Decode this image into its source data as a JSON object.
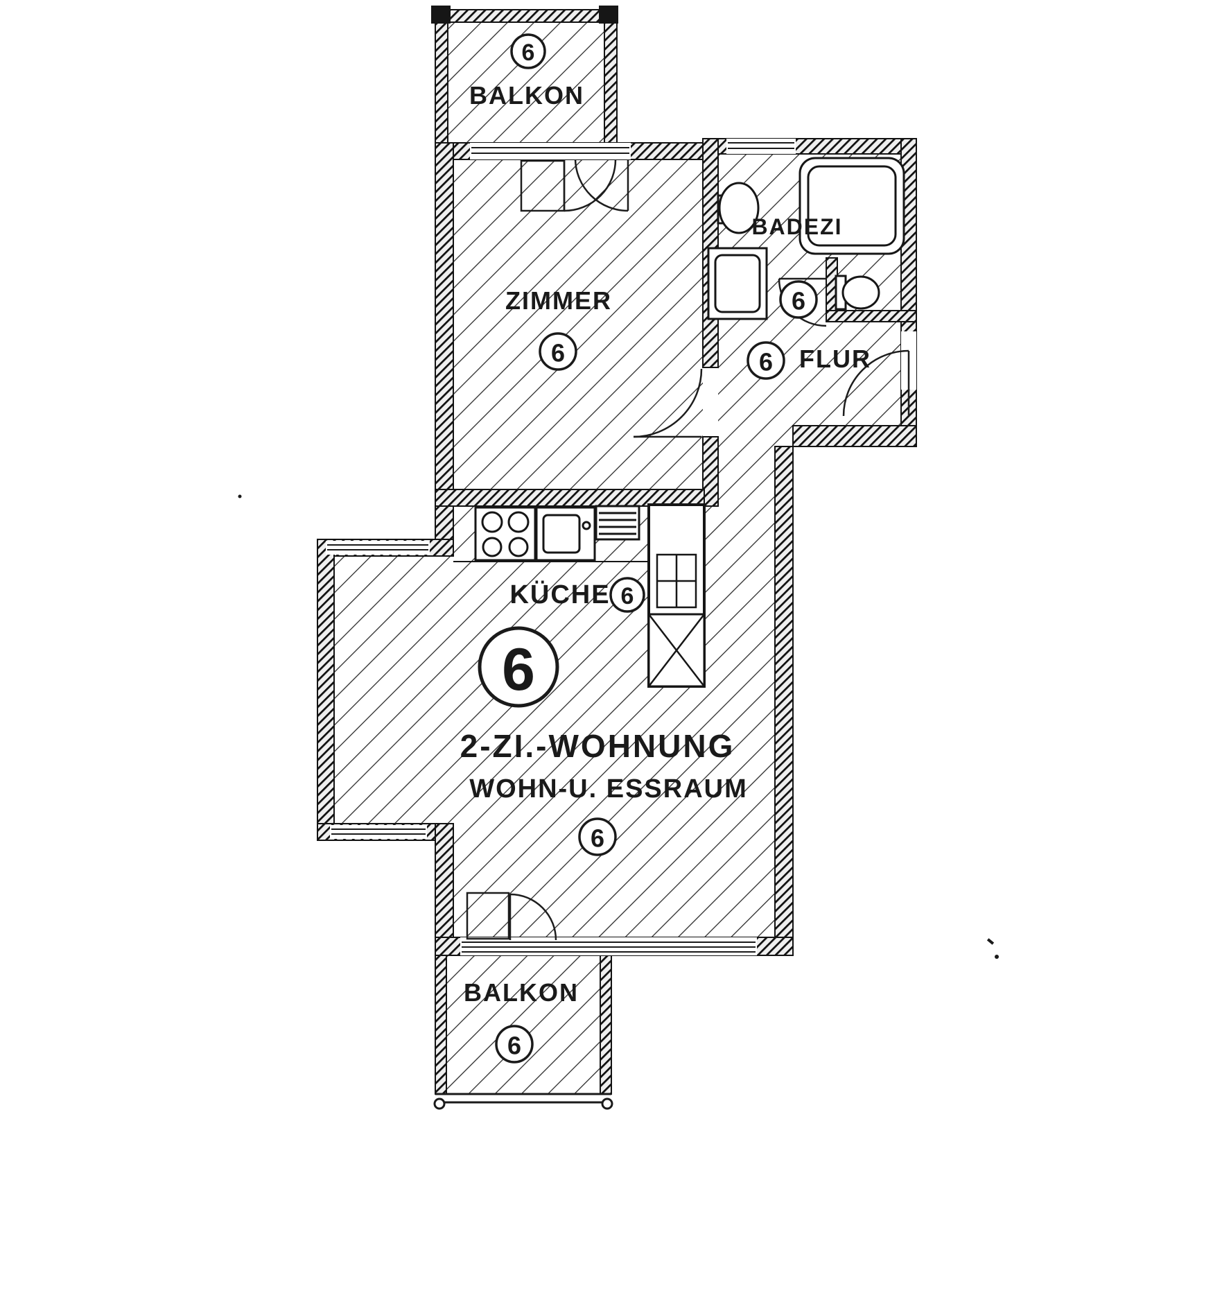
{
  "plan": {
    "unit_number": "6",
    "title": "2-ZI.-WOHNUNG",
    "subtitle": "WOHN-U. ESSRAUM",
    "rooms": {
      "balkon_top": "BALKON",
      "zimmer": "ZIMMER",
      "bad": "BADEZI",
      "flur": "FLUR",
      "kueche": "KÜCHE",
      "balkon_bottom": "BALKON"
    },
    "colors": {
      "ink": "#1a1a1a",
      "paper": "#ffffff"
    }
  }
}
